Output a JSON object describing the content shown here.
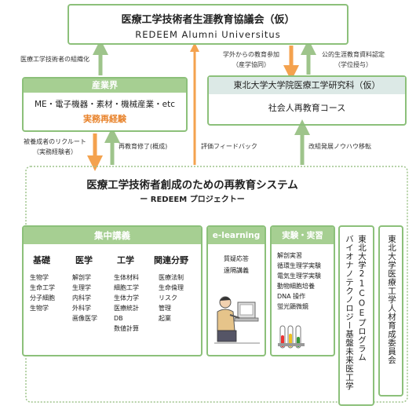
{
  "top_box": {
    "title": "医療工学技術者生涯教育協議会（仮）",
    "subtitle": "REDEEM Alumni Universitus"
  },
  "industry": {
    "header": "産業界",
    "line1": "ME・電子機器・素材・機械産業・etc",
    "line2": "実務再経験"
  },
  "tohoku_grad": {
    "header": "東北大学大学院医療工学研究科（仮）",
    "line2": "社会人再教育コース"
  },
  "arrow_labels": {
    "organize": "医療工学技術者の組織化",
    "external_participation": [
      "学外からの教育参加",
      "（産学協同）"
    ],
    "public_certification": [
      "公的生涯教育資料認定",
      "（学位授与）"
    ],
    "recruit": [
      "被養成者のリクルート",
      "（実務経験者）"
    ],
    "completion": "再教育修了(概成)",
    "feedback": "評価フィードバック",
    "knowhow": "改組発展ノウハウ移転"
  },
  "system": {
    "title": "医療工学技術者創成のための再教育システム",
    "subtitle": "ー REDEEM プロジェクトー"
  },
  "intensive": {
    "header": "集中講義",
    "columns": [
      {
        "title": "基礎",
        "items": [
          "生物学",
          "生命工学",
          "分子細胞",
          "生物学"
        ]
      },
      {
        "title": "医学",
        "items": [
          "解剖学",
          "生理学",
          "内科学",
          "外科学",
          "画像医学"
        ]
      },
      {
        "title": "工学",
        "items": [
          "生体材料",
          "細胞工学",
          "生体力学",
          "医療統計",
          "DB",
          "数値計算"
        ]
      },
      {
        "title": "関連分野",
        "items": [
          "医療法制",
          "生命倫理",
          "リスク",
          "管理",
          "起業"
        ]
      }
    ]
  },
  "elearning": {
    "header": "e-learning",
    "items": [
      "質疑応答",
      "遠隔講義"
    ]
  },
  "lab": {
    "header": "実験・実習",
    "items": [
      "解剖実習",
      "循環生理学実験",
      "電気生理学実験",
      "動物細胞培養",
      "DNA 操作",
      "蛍光顕微鏡"
    ]
  },
  "coe": [
    "東北大学21COEプログラム",
    "バイオナノテクノロジー基盤未来医工学"
  ],
  "committee": "東北大学医療工学人材育成委員会",
  "colors": {
    "green": "#8cc07a",
    "orange": "#f4a24e",
    "text_orange": "#e8822a",
    "teal_header": "#dce9e6",
    "green_header": "#a6cf92"
  }
}
